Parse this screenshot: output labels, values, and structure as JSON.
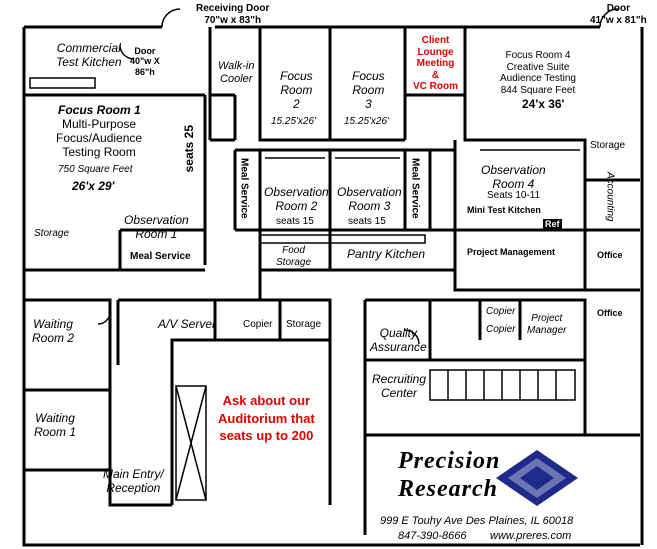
{
  "doors": {
    "receiving_title": "Receiving Door",
    "receiving_size": "70\"w x 83\"h",
    "main_title": "Door",
    "main_size": "41\"w x 81\"h",
    "kitchen_door": [
      "Door",
      "40\"w X",
      "86\"h"
    ]
  },
  "rooms": {
    "commercial_kitchen": [
      "Commercial",
      "Test Kitchen"
    ],
    "walk_in_cooler": [
      "Walk-in",
      "Cooler"
    ],
    "focus2": [
      "Focus",
      "Room",
      "2"
    ],
    "focus2_size": "15.25'x26'",
    "focus3": [
      "Focus",
      "Room",
      "3"
    ],
    "focus3_size": "15.25'x26'",
    "client_lounge": [
      "Client",
      "Lounge",
      "Meeting",
      "&",
      "VC Room"
    ],
    "focus4": [
      "Focus Room 4",
      "Creative Suite",
      "Audience Testing",
      "844 Square Feet"
    ],
    "focus4_dim": "24'x 36'",
    "focus1_title": "Focus Room 1",
    "focus1_desc": [
      "Multi-Purpose",
      "Focus/Audience",
      "Testing Room"
    ],
    "focus1_sqft": "750 Square Feet",
    "focus1_dim": "26'x 29'",
    "seats25": "seats 25",
    "meal_service_left": "Meal Service",
    "meal_service_right": "Meal Service",
    "obs2": [
      "Observation",
      "Room 2"
    ],
    "obs2_seats": "seats 15",
    "obs3": [
      "Observation",
      "Room 3"
    ],
    "obs3_seats": "seats 15",
    "storage_top_right": "Storage",
    "obs4": [
      "Observation",
      "Room 4"
    ],
    "obs4_seats": "Seats 10-11",
    "accounting": "Accounting",
    "mini_test_kitchen": "Mini Test Kitchen",
    "ref": "Ref",
    "storage_left": "Storage",
    "obs1": [
      "Observation",
      "Room 1"
    ],
    "meal_service_bottom": "Meal Service",
    "food_storage": [
      "Food",
      "Storage"
    ],
    "pantry_kitchen": "Pantry Kitchen",
    "project_management": "Project Management",
    "office1": "Office",
    "waiting2": [
      "Waiting",
      "Room 2"
    ],
    "av_server": "A/V Server",
    "copier_mid": "Copier",
    "storage_mid": "Storage",
    "copier_right1": "Copier",
    "copier_right2": "Copier",
    "project_manager": [
      "Project",
      "Manager"
    ],
    "office2": "Office",
    "quality_assurance": [
      "Quality",
      "Assurance"
    ],
    "recruiting_center": [
      "Recruiting",
      "Center"
    ],
    "waiting1": [
      "Waiting",
      "Room 1"
    ],
    "main_entry": [
      "Main Entry/",
      "Reception"
    ]
  },
  "promo": [
    "Ask about our",
    "Auditorium that",
    "seats up to 200"
  ],
  "logo": {
    "line1": "Precision",
    "line2": "Research",
    "address": "999 E Touhy Ave   Des Plaines, IL 60018",
    "phone": "847-390-8666",
    "web": "www.preres.com"
  },
  "colors": {
    "promo_red": "#e00000",
    "client_lounge_red": "#e00000",
    "logo_blue": "#1f2a8a",
    "ink": "#000000"
  }
}
